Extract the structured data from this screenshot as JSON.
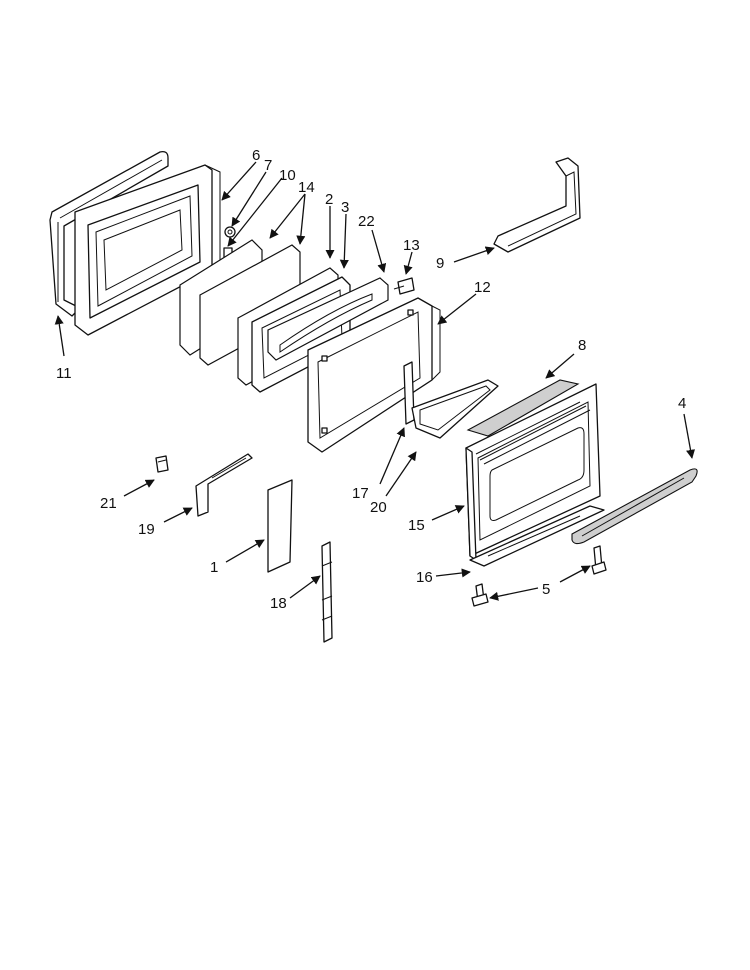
{
  "diagram": {
    "callouts": [
      {
        "id": "1",
        "label": "1"
      },
      {
        "id": "2",
        "label": "2"
      },
      {
        "id": "3",
        "label": "3"
      },
      {
        "id": "4",
        "label": "4"
      },
      {
        "id": "5",
        "label": "5"
      },
      {
        "id": "6",
        "label": "6"
      },
      {
        "id": "7",
        "label": "7"
      },
      {
        "id": "8",
        "label": "8"
      },
      {
        "id": "9",
        "label": "9"
      },
      {
        "id": "10",
        "label": "10"
      },
      {
        "id": "11",
        "label": "11"
      },
      {
        "id": "12",
        "label": "12"
      },
      {
        "id": "13",
        "label": "13"
      },
      {
        "id": "14",
        "label": "14"
      },
      {
        "id": "15",
        "label": "15"
      },
      {
        "id": "16",
        "label": "16"
      },
      {
        "id": "17",
        "label": "17"
      },
      {
        "id": "18",
        "label": "18"
      },
      {
        "id": "19",
        "label": "19"
      },
      {
        "id": "20",
        "label": "20"
      },
      {
        "id": "21",
        "label": "21"
      },
      {
        "id": "22",
        "label": "22"
      }
    ]
  },
  "colors": {
    "line": "#111111",
    "background": "#ffffff",
    "shade": "#cfcfcf"
  }
}
